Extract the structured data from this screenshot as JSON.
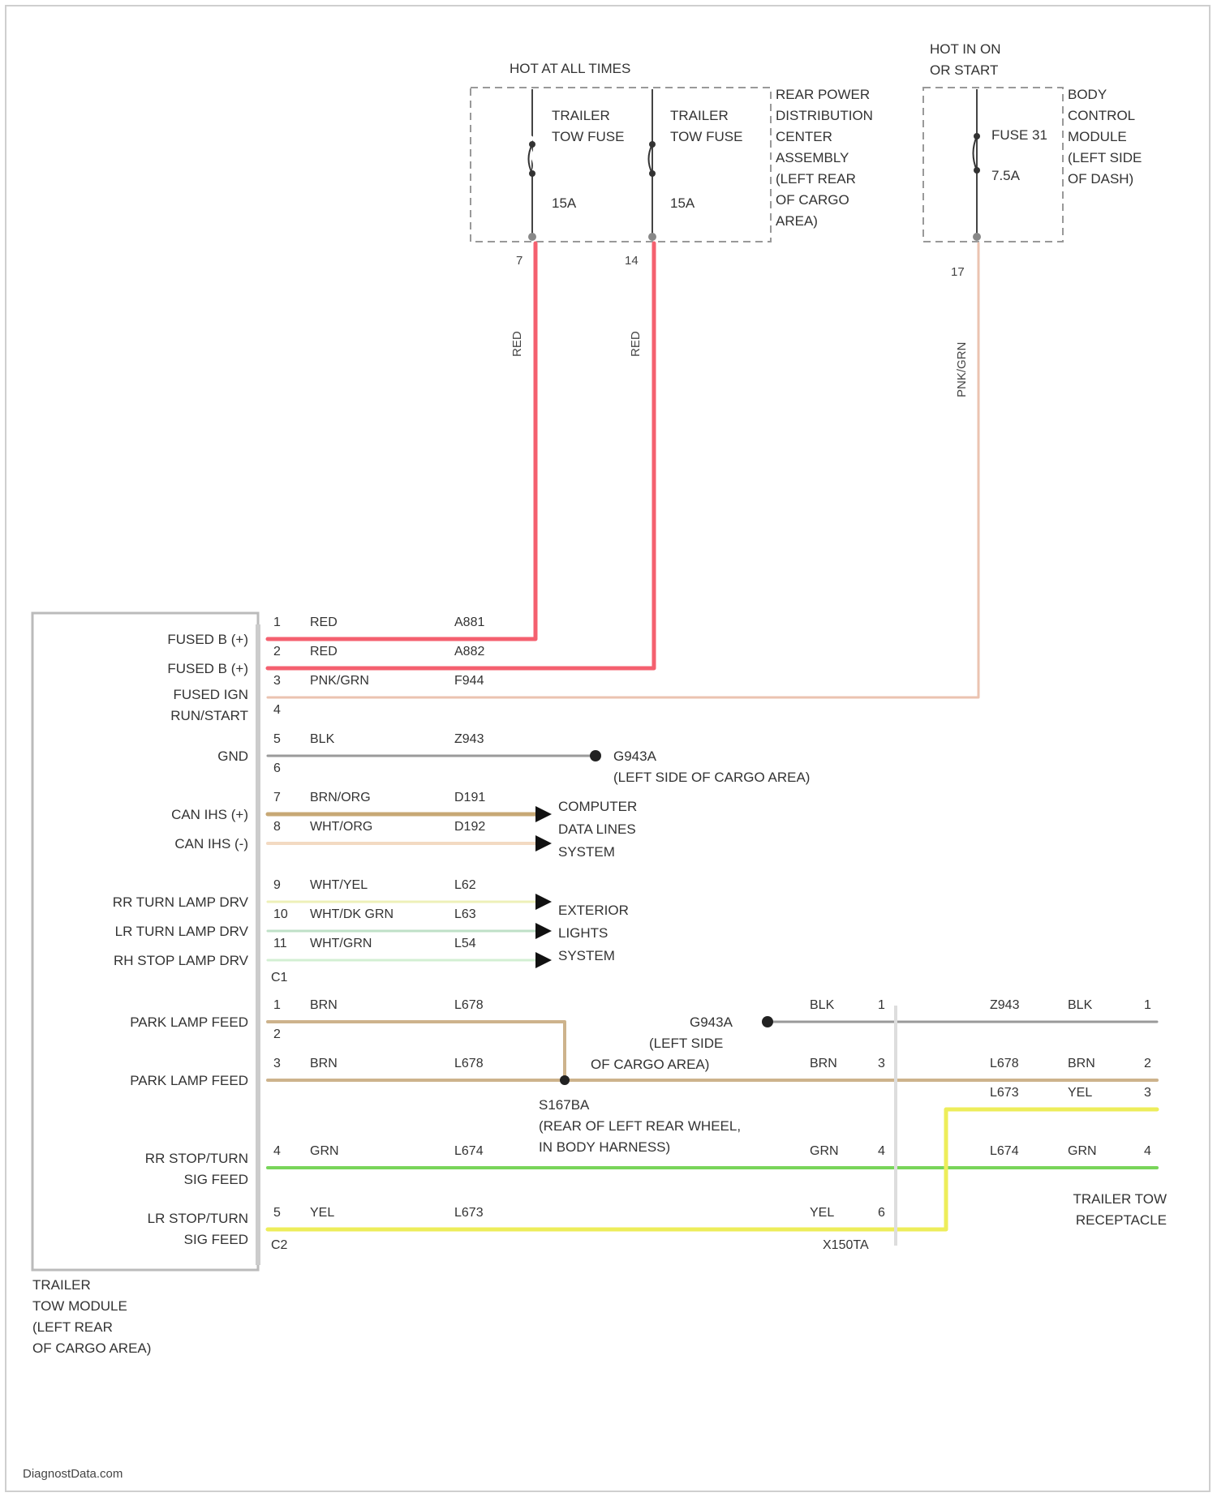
{
  "colors": {
    "red": "#f4606f",
    "pink_grn": "#ebc3b0",
    "blk": "#9a9a9a",
    "brn_org": "#c7a875",
    "wht_org": "#f3dac2",
    "wht_yel": "#eef0b8",
    "wht_dk_grn": "#bfe0c7",
    "wht_grn": "#d3efd3",
    "brn": "#cdb38c",
    "grn": "#78d55a",
    "yel": "#eded5a"
  },
  "top": {
    "hot_all_times": "HOT AT ALL TIMES",
    "hot_run_1": "HOT IN ON",
    "hot_run_2": "OR START",
    "fuse1_l1": "TRAILER",
    "fuse1_l2": "TOW FUSE",
    "fuse1_amp": "15A",
    "fuse2_l1": "TRAILER",
    "fuse2_l2": "TOW FUSE",
    "fuse2_amp": "15A",
    "rpdc": [
      "REAR POWER",
      "DISTRIBUTION",
      "CENTER",
      "ASSEMBLY",
      "(LEFT REAR",
      "OF CARGO",
      "AREA)"
    ],
    "fuse3_l1": "FUSE 31",
    "fuse3_amp": "7.5A",
    "bcm": [
      "BODY",
      "CONTROL",
      "MODULE",
      "(LEFT SIDE",
      "OF DASH)"
    ],
    "pin_left": "7",
    "pin_mid": "14",
    "pin_right": "17",
    "wire_red_1": "RED",
    "wire_red_2": "RED",
    "wire_pnk": "PNK/GRN"
  },
  "module": {
    "name": [
      "TRAILER",
      "TOW MODULE",
      "(LEFT REAR",
      "OF CARGO AREA)"
    ],
    "connector1": "C1",
    "connector2": "C2",
    "pins": [
      {
        "label": "FUSED B (+)",
        "num": "1",
        "color": "RED",
        "circuit": "A881"
      },
      {
        "label": "FUSED B (+)",
        "num": "2",
        "color": "RED",
        "circuit": "A882"
      },
      {
        "label": "FUSED IGN",
        "label2": "RUN/START",
        "num": "3",
        "color": "PNK/GRN",
        "circuit": "F944"
      },
      {
        "num": "4"
      },
      {
        "label": "GND",
        "num": "5",
        "color": "BLK",
        "circuit": "Z943"
      },
      {
        "num": "6"
      },
      {
        "label": "CAN IHS (+)",
        "num": "7",
        "color": "BRN/ORG",
        "circuit": "D191"
      },
      {
        "label": "CAN IHS (-)",
        "num": "8",
        "color": "WHT/ORG",
        "circuit": "D192"
      },
      {
        "label": "RR TURN LAMP DRV",
        "num": "9",
        "color": "WHT/YEL",
        "circuit": "L62"
      },
      {
        "label": "LR TURN LAMP DRV",
        "num": "10",
        "color": "WHT/DK GRN",
        "circuit": "L63"
      },
      {
        "label": "RH STOP LAMP DRV",
        "num": "11",
        "color": "WHT/GRN",
        "circuit": "L54"
      }
    ],
    "pins_c2": [
      {
        "label": "PARK LAMP FEED",
        "num": "1",
        "color": "BRN",
        "circuit": "L678"
      },
      {
        "num": "2"
      },
      {
        "label": "PARK LAMP FEED",
        "num": "3",
        "color": "BRN",
        "circuit": "L678"
      },
      {
        "label": "RR STOP/TURN",
        "label2": "SIG FEED",
        "num": "4",
        "color": "GRN",
        "circuit": "L674"
      },
      {
        "label": "LR STOP/TURN",
        "label2": "SIG FEED",
        "num": "5",
        "color": "YEL",
        "circuit": "L673"
      }
    ]
  },
  "ground": {
    "name": "G943A",
    "desc": "(LEFT SIDE OF CARGO AREA)"
  },
  "systems": {
    "data": [
      "COMPUTER",
      "DATA LINES",
      "SYSTEM"
    ],
    "lights": [
      "EXTERIOR",
      "LIGHTS",
      "SYSTEM"
    ]
  },
  "splice": {
    "name": "S167BA",
    "desc1": "(REAR OF LEFT REAR WHEEL,",
    "desc2": "IN BODY HARNESS)"
  },
  "ground2": {
    "name": "G943A",
    "desc1": "(LEFT SIDE",
    "desc2": "OF CARGO AREA)"
  },
  "inline": {
    "name": "X150TA",
    "left": [
      {
        "color": "BLK",
        "num": "1"
      },
      {
        "color": "BRN",
        "num": "3"
      },
      {
        "color": "GRN",
        "num": "4"
      },
      {
        "color": "YEL",
        "num": "6"
      }
    ]
  },
  "receptacle": {
    "name": [
      "TRAILER TOW",
      "RECEPTACLE"
    ],
    "rows": [
      {
        "circuit": "Z943",
        "color": "BLK",
        "num": "1"
      },
      {
        "circuit": "L678",
        "color": "BRN",
        "num": "2"
      },
      {
        "circuit": "L673",
        "color": "YEL",
        "num": "3"
      },
      {
        "circuit": "L674",
        "color": "GRN",
        "num": "4"
      }
    ]
  },
  "watermark": "DiagnostData.com"
}
